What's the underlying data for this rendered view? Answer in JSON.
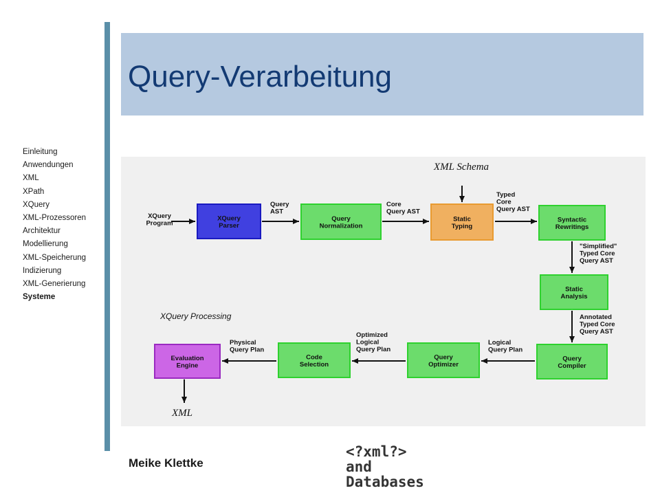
{
  "title": "Query-Verarbeitung",
  "nav": {
    "items": [
      {
        "label": "Einleitung",
        "active": false
      },
      {
        "label": "Anwendungen",
        "active": false
      },
      {
        "label": "XML",
        "active": false
      },
      {
        "label": "XPath",
        "active": false
      },
      {
        "label": "XQuery",
        "active": false
      },
      {
        "label": "XML-Prozessoren",
        "active": false
      },
      {
        "label": "Architektur",
        "active": false
      },
      {
        "label": "Modellierung",
        "active": false
      },
      {
        "label": "XML-Speicherung",
        "active": false
      },
      {
        "label": "Indizierung",
        "active": false
      },
      {
        "label": "XML-Generierung",
        "active": false
      },
      {
        "label": "Systeme",
        "active": true
      }
    ]
  },
  "diagram": {
    "caption": "XQuery Processing",
    "xml_schema_label": "XML Schema",
    "xml_label": "XML",
    "input_label": [
      "XQuery",
      "Program"
    ],
    "colors": {
      "blue": "#4040e0",
      "green": "#6cdc6c",
      "orange": "#f0b060",
      "purple": "#cc66e6",
      "arrow": "#111111"
    },
    "nodes": [
      {
        "id": "parser",
        "lines": [
          "XQuery",
          "Parser"
        ],
        "color": "blue"
      },
      {
        "id": "normalization",
        "lines": [
          "Query",
          "Normalization"
        ],
        "color": "green"
      },
      {
        "id": "typing",
        "lines": [
          "Static",
          "Typing"
        ],
        "color": "orange"
      },
      {
        "id": "rewritings",
        "lines": [
          "Syntactic",
          "Rewritings"
        ],
        "color": "green"
      },
      {
        "id": "analysis",
        "lines": [
          "Static",
          "Analysis"
        ],
        "color": "green"
      },
      {
        "id": "compiler",
        "lines": [
          "Query",
          "Compiler"
        ],
        "color": "green"
      },
      {
        "id": "optimizer",
        "lines": [
          "Query",
          "Optimizer"
        ],
        "color": "green"
      },
      {
        "id": "selection",
        "lines": [
          "Code",
          "Selection"
        ],
        "color": "green"
      },
      {
        "id": "engine",
        "lines": [
          "Evaluation",
          "Engine"
        ],
        "color": "purple"
      }
    ],
    "edge_labels": [
      {
        "id": "query-ast",
        "lines": [
          "Query",
          "AST"
        ]
      },
      {
        "id": "core-query-ast",
        "lines": [
          "Core",
          "Query AST"
        ]
      },
      {
        "id": "typed-core-query-ast",
        "lines": [
          "Typed",
          "Core",
          "Query AST"
        ]
      },
      {
        "id": "simplified-typed-core-query-ast",
        "lines": [
          "\"Simplified\"",
          "Typed Core",
          "Query AST"
        ]
      },
      {
        "id": "annotated-typed-core-query-ast",
        "lines": [
          "Annotated",
          "Typed Core",
          "Query AST"
        ]
      },
      {
        "id": "logical-query-plan",
        "lines": [
          "Logical",
          "Query Plan"
        ]
      },
      {
        "id": "optimized-logical-query-plan",
        "lines": [
          "Optimized",
          "Logical",
          "Query Plan"
        ]
      },
      {
        "id": "physical-query-plan",
        "lines": [
          "Physical",
          "Query Plan"
        ]
      }
    ]
  },
  "footer": {
    "author": "Meike Klettke",
    "logo_lines": [
      "<?xml?>",
      "and",
      "Databases"
    ]
  }
}
